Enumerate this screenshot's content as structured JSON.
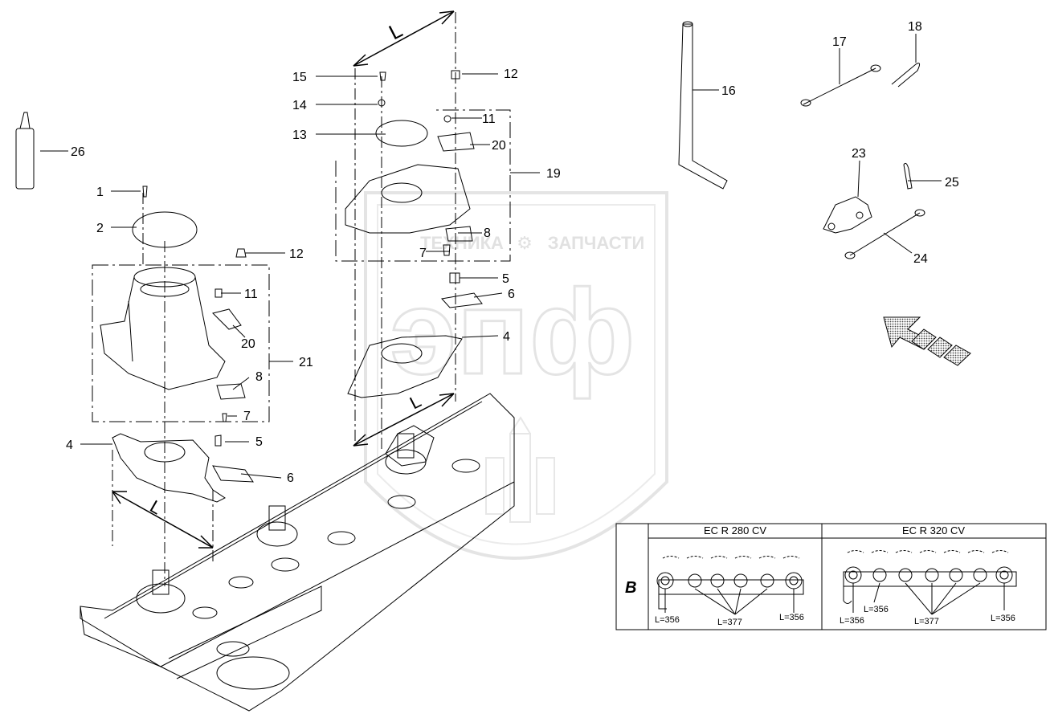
{
  "watermark": {
    "line1": "ТЕХНИКА",
    "line2": "ЗАПЧАСТИ",
    "logo": "эпф",
    "color": "#d9d9d9"
  },
  "dimension_label": "L",
  "callouts": {
    "c1": "1",
    "c2": "2",
    "c4a": "4",
    "c4b": "4",
    "c5a": "5",
    "c5b": "5",
    "c6a": "6",
    "c6b": "6",
    "c7a": "7",
    "c7b": "7",
    "c8a": "8",
    "c8b": "8",
    "c11a": "11",
    "c11b": "11",
    "c12a": "12",
    "c12b": "12",
    "c13": "13",
    "c14": "14",
    "c15": "15",
    "c16": "16",
    "c17": "17",
    "c18": "18",
    "c19": "19",
    "c20a": "20",
    "c20b": "20",
    "c21": "21",
    "c23": "23",
    "c24": "24",
    "c25": "25",
    "c26": "26"
  },
  "table": {
    "row_label": "B",
    "col1_title": "EC R 280 CV",
    "col2_title": "EC R 320 CV",
    "col1_left": "L=356",
    "col1_mid": "L=377",
    "col1_right": "L=356",
    "col2_left_top": "L=356",
    "col2_left": "L=356",
    "col2_mid": "L=377",
    "col2_right": "L=356"
  },
  "icons": [
    "direction-arrow-icon"
  ],
  "colors": {
    "line": "#000000",
    "hatch": "#7f7f7f"
  }
}
